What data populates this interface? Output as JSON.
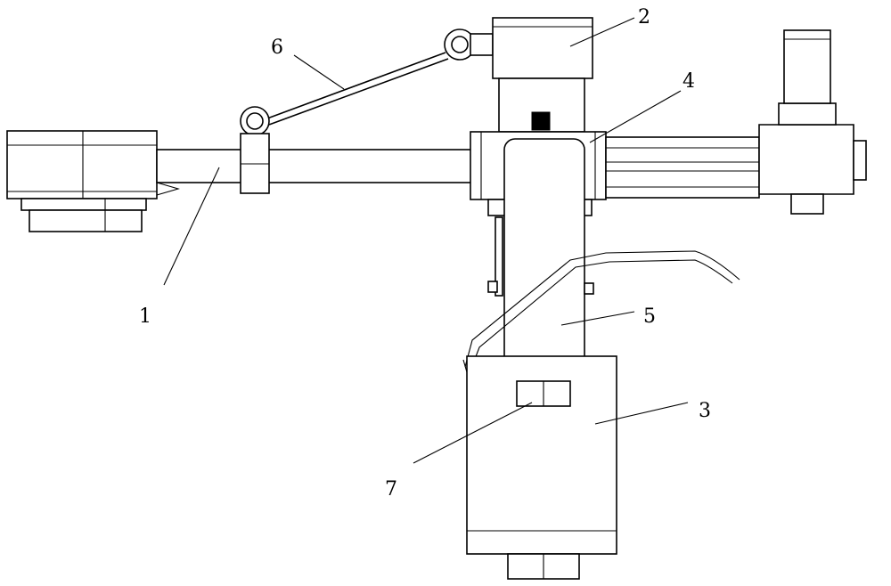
{
  "labels": {
    "part_1": "1",
    "part_2": "2",
    "part_3": "3",
    "part_4": "4",
    "part_5": "5",
    "part_6": "6",
    "part_7": "7"
  },
  "colors": {
    "line": "#000000",
    "background": "#ffffff"
  }
}
